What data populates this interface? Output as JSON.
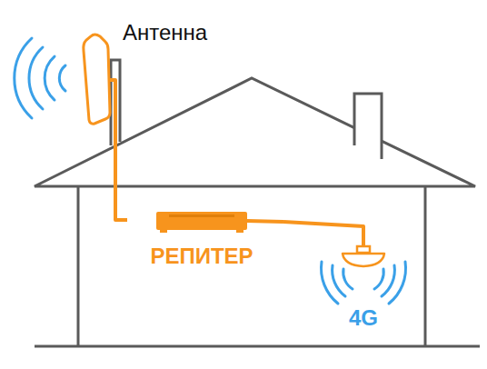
{
  "diagram": {
    "nodes": [
      {
        "text": [
          "Антенна"
        ]
      },
      {
        "text": [
          "РЕПИТЕР"
        ]
      },
      {
        "text": [
          "4G"
        ]
      }
    ],
    "edges": [
      {
        "from": 0,
        "to": 1,
        "arrow": "none"
      },
      {
        "from": 1,
        "to": 2,
        "arrow": "none"
      }
    ]
  }
}
